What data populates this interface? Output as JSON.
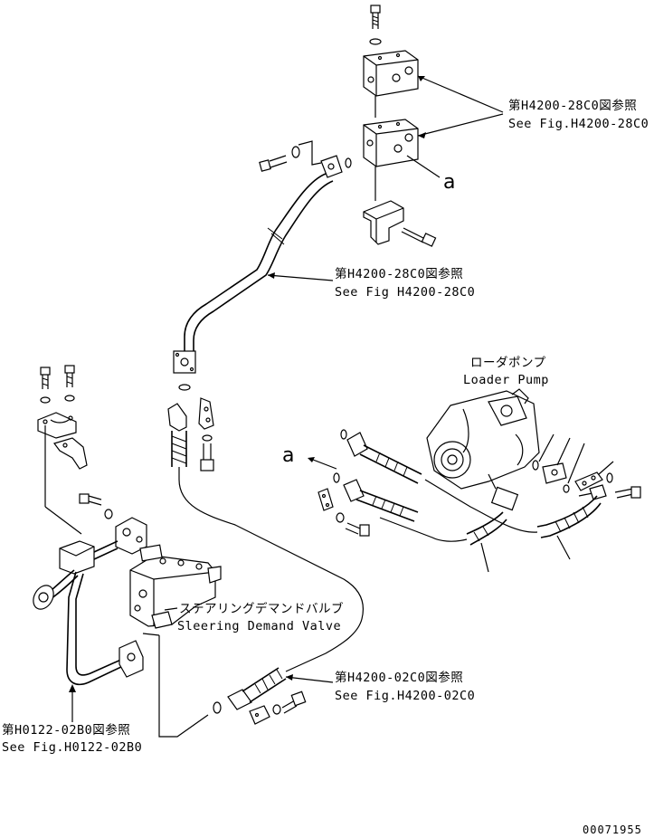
{
  "labels": {
    "valve_block_ref_jp": "第H4200-28C0図参照",
    "valve_block_ref_en": "See Fig.H4200-28C0",
    "upper_pipe_ref_jp": "第H4200-28C0図参照",
    "upper_pipe_ref_en": "See Fig H4200-28C0",
    "loader_pump_jp": "ローダポンプ",
    "loader_pump_en": "Loader Pump",
    "steering_valve_jp": "ステアリングデマンドバルブ",
    "steering_valve_en": "Sleering Demand Valve",
    "lower_hose_ref_jp": "第H4200-02C0図参照",
    "lower_hose_ref_en": "See Fig.H4200-02C0",
    "left_pipe_ref_jp": "第H0122-02B0図参照",
    "left_pipe_ref_en": "See Fig.H0122-02B0",
    "callout_a_upper": "a",
    "callout_a_lower": "a",
    "drawing_number": "00071955"
  },
  "icons": {
    "bolt": "bolt-icon",
    "washer": "washer-icon",
    "o_ring": "o-ring-icon",
    "flange": "flange-icon",
    "clamp": "clamp-icon",
    "hose": "hose-icon",
    "pipe": "pipe-icon"
  }
}
